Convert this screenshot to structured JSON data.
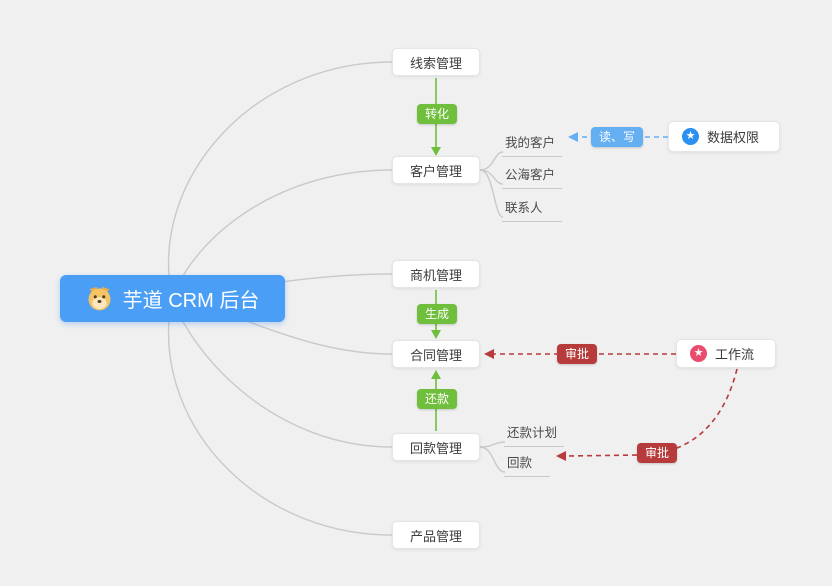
{
  "root": {
    "label": "芋道 CRM 后台",
    "icon": "doge"
  },
  "nodes": {
    "leads": {
      "label": "线索管理"
    },
    "customers": {
      "label": "客户管理"
    },
    "opportunity": {
      "label": "商机管理"
    },
    "contract": {
      "label": "合同管理"
    },
    "receivable": {
      "label": "回款管理"
    },
    "product": {
      "label": "产品管理"
    }
  },
  "subnodes": {
    "my_customer": {
      "label": "我的客户"
    },
    "public_customer": {
      "label": "公海客户"
    },
    "contact": {
      "label": "联系人"
    },
    "receivable_plan": {
      "label": "还款计划"
    },
    "receivable_item": {
      "label": "回款"
    }
  },
  "badges": {
    "convert": {
      "label": "转化"
    },
    "generate": {
      "label": "生成"
    },
    "repay": {
      "label": "还款"
    },
    "read_write": {
      "label": "读、写"
    },
    "approve_contract": {
      "label": "审批"
    },
    "approve_receivable": {
      "label": "审批"
    }
  },
  "side_nodes": {
    "data_permission": {
      "label": "数据权限",
      "icon": "star"
    },
    "workflow": {
      "label": "工作流",
      "icon": "star"
    }
  },
  "colors": {
    "root_bg": "#4b9ef5",
    "green": "#6fbf3c",
    "blue": "#64aef2",
    "red": "#b73b3b",
    "data_permission_icon": "#2b90f0",
    "workflow_icon": "#ea4c6d",
    "branch_line": "#c9c9c9",
    "background": "#f0f0f0"
  }
}
